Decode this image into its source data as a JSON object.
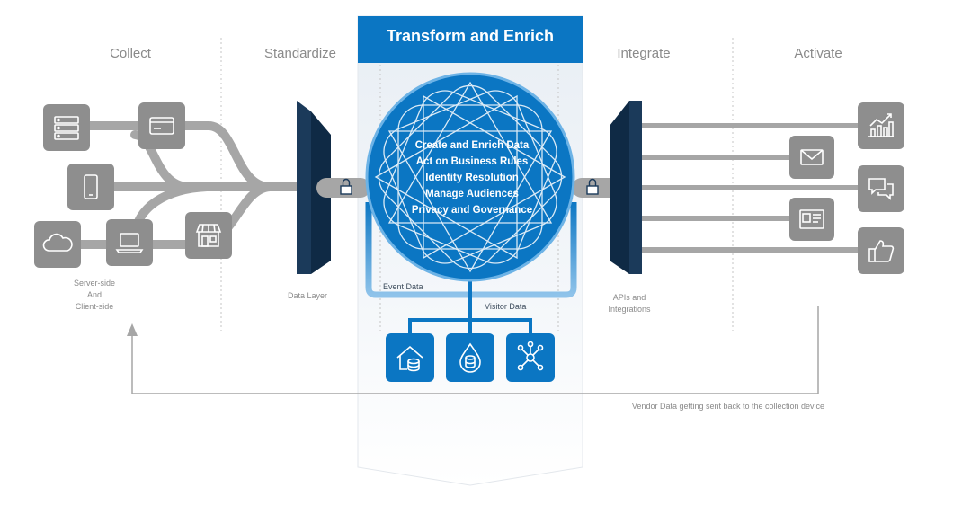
{
  "columns": {
    "collect": "Collect",
    "standardize": "Standardize",
    "transform": "Transform and Enrich",
    "integrate": "Integrate",
    "activate": "Activate"
  },
  "captions": {
    "collect_line1": "Server-side",
    "collect_line2": "And",
    "collect_line3": "Client-side",
    "data_layer": "Data Layer",
    "apis_line1": "APIs and",
    "apis_line2": "Integrations",
    "event_data": "Event Data",
    "visitor_data": "Visitor Data",
    "vendor_data": "Vendor Data getting sent back to the collection device"
  },
  "capabilities": [
    "Create and Enrich Data",
    "Act on Business Rules",
    "Identity Resolution",
    "Manage Audiences",
    "Privacy and Governance"
  ],
  "icons": {
    "collect": [
      "server-icon",
      "credit-card-icon",
      "mobile-phone-icon",
      "cloud-icon",
      "laptop-icon",
      "storefront-icon"
    ],
    "storage": [
      "home-database-icon",
      "data-lake-icon",
      "network-hub-icon"
    ],
    "activate": [
      "analytics-chart-icon",
      "email-icon",
      "chat-icon",
      "id-card-icon",
      "thumbs-up-icon"
    ],
    "connector": "padlock-icon"
  },
  "colors": {
    "brand_blue": "#0b76c3",
    "dark_navy": "#1b3a5a",
    "icon_gray": "#8e8e8e",
    "pipe_gray": "#a6a6a6",
    "text_gray": "#8a8a8a"
  }
}
